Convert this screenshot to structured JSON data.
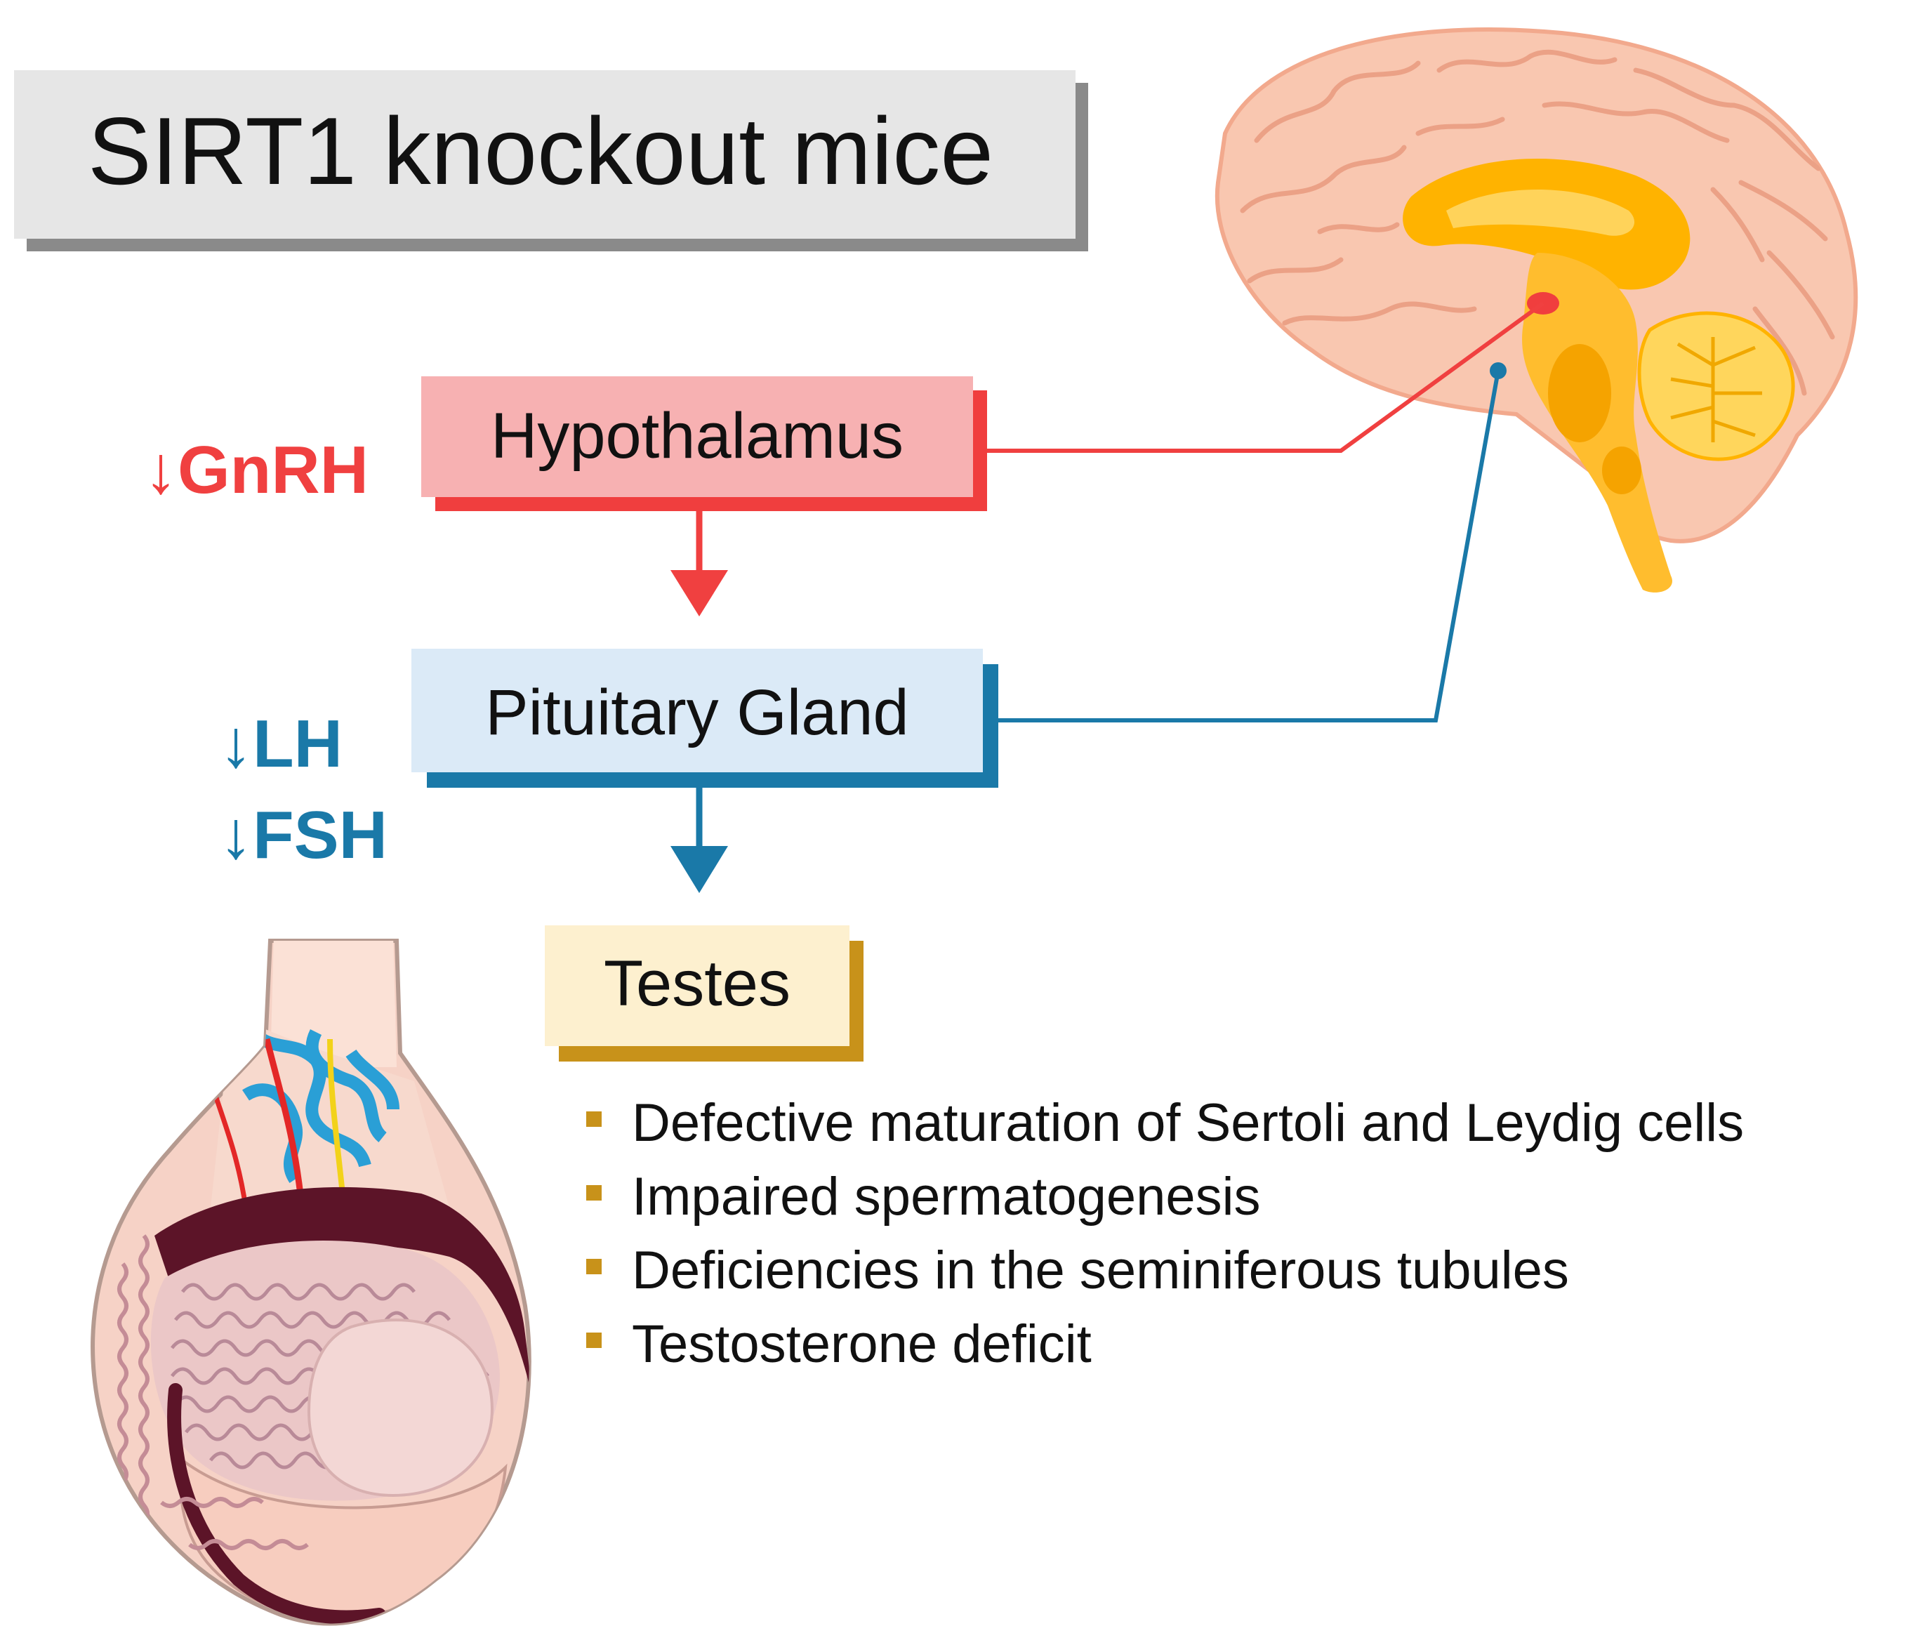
{
  "title": "SIRT1 knockout mice",
  "boxes": {
    "hypothalamus": "Hypothalamus",
    "pituitary": "Pituitary Gland",
    "testes": "Testes"
  },
  "hormones": {
    "gnrh": "↓GnRH",
    "lh": "↓LH",
    "fsh": "↓FSH"
  },
  "effects": [
    "Defective maturation of Sertoli and Leydig cells",
    "Impaired spermatogenesis",
    "Deficiencies in the seminiferous tubules",
    "Testosterone deficit"
  ],
  "colors": {
    "hypothalamus": "#f04040",
    "pituitary": "#1a79a8",
    "testes": "#c8921a",
    "title_box": "#e6e6e6"
  },
  "icons": {
    "brain": "brain-icon",
    "testis": "testis-icon"
  }
}
